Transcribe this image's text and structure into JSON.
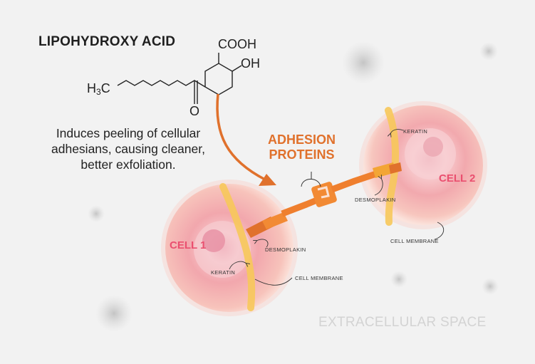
{
  "title": "LIPOHYDROXY ACID",
  "description": [
    "Induces peeling of cellular",
    "adhesians, causing cleaner,",
    "better exfoliation."
  ],
  "molecule": {
    "methyl": "H",
    "methyl_sub": "3",
    "methyl_c": "C",
    "carboxyl": "COOH",
    "hydroxyl": "OH",
    "ketone_o": "O"
  },
  "adhesion_label": [
    "ADHESION",
    "PROTEINS"
  ],
  "cell1": {
    "label": "CELL 1",
    "keratin": "KERATIN",
    "desmoplakin": "DESMOPLAKIN",
    "membrane": "CELL MEMBRANE"
  },
  "cell2": {
    "label": "CELL 2",
    "keratin": "KERATIN",
    "desmoplakin": "DESMOPLAKIN",
    "membrane": "CELL MEMBRANE"
  },
  "extracellular_label": "EXTRACELLULAR SPACE",
  "colors": {
    "accent_orange": "#e0712c",
    "cell_label_pink": "#ea4f6f",
    "keratin_yellow": "#f7c85a",
    "background": "#f2f2f2"
  }
}
